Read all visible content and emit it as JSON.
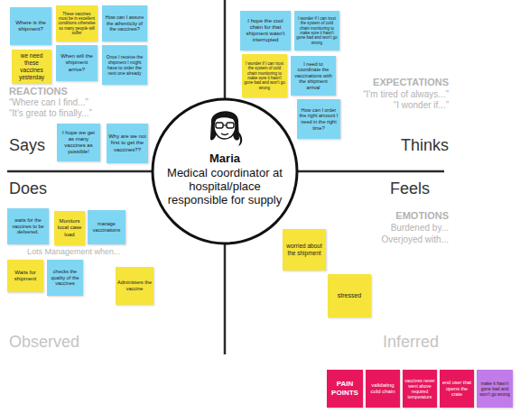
{
  "diagram": {
    "nodes": [
      {
        "text": [
          "Where is the shipment?"
        ]
      },
      {
        "text": [
          "These vaccines must be in excellent conditions otherwise so many people will suffer"
        ]
      },
      {
        "text": [
          "How can I assure the athenticity of the vaccines?"
        ]
      },
      {
        "text": [
          "we need these vaccines yesterday"
        ]
      },
      {
        "text": [
          "When will the shipment arrive?"
        ]
      },
      {
        "text": [
          "Once I receive the shipment I might have to order the next one already"
        ]
      },
      {
        "text": [
          "I hope we get as many vaccines as possible!"
        ]
      },
      {
        "text": [
          "Why are we not first to get the vaccines??"
        ]
      },
      {
        "text": [
          "I hope the cool chain for that shipment wasn't interrupted"
        ]
      },
      {
        "text": [
          "I wonder if I can trust the system of cold chain monitoring to make sure it hasn't gone bad and won't go wrong"
        ]
      },
      {
        "text": [
          "I wonder if I can trust the system of cold chain monitoring to make sure it hasn't gone bad and won't go wrong"
        ]
      },
      {
        "text": [
          "I need to coordinate the vaccinations with the shipment arrival"
        ]
      },
      {
        "text": [
          "How can I order the right amount I need in the right time?"
        ]
      },
      {
        "text": [
          "Maria",
          "Medical coordinator at hospital/place responsible for supply"
        ]
      },
      {
        "text": [
          "waits for the vaccines to be delivered."
        ]
      },
      {
        "text": [
          "Monitors local case load"
        ]
      },
      {
        "text": [
          "manage vaccinations"
        ]
      },
      {
        "text": [
          "Waits for shipment"
        ]
      },
      {
        "text": [
          "checks the quality of the vaccines"
        ]
      },
      {
        "text": [
          "Administers the vaccine"
        ]
      },
      {
        "text": [
          "worried about the shipment"
        ]
      },
      {
        "text": [
          "stressed"
        ]
      },
      {
        "text": [
          "PAIN POINTS"
        ]
      },
      {
        "text": [
          "validating cold chain"
        ]
      },
      {
        "text": [
          "vaccines never went above required temperature"
        ]
      },
      {
        "text": [
          "end user that opens the crate"
        ]
      },
      {
        "text": [
          "make it hasn't gone bad and won't go wrong"
        ]
      }
    ],
    "labels": [
      "REACTIONS",
      "“Where can I find...”",
      "“It's great to finally...”",
      "Says",
      "EXPECTATIONS",
      "“I'm tired of always...”",
      "“I wonder if...”",
      "Thinks",
      "Does",
      "Lots Management when...",
      "Feels",
      "EMOTIONS",
      "Burdened by...",
      "Overjoyed with...",
      "Observed",
      "Inferred"
    ]
  }
}
